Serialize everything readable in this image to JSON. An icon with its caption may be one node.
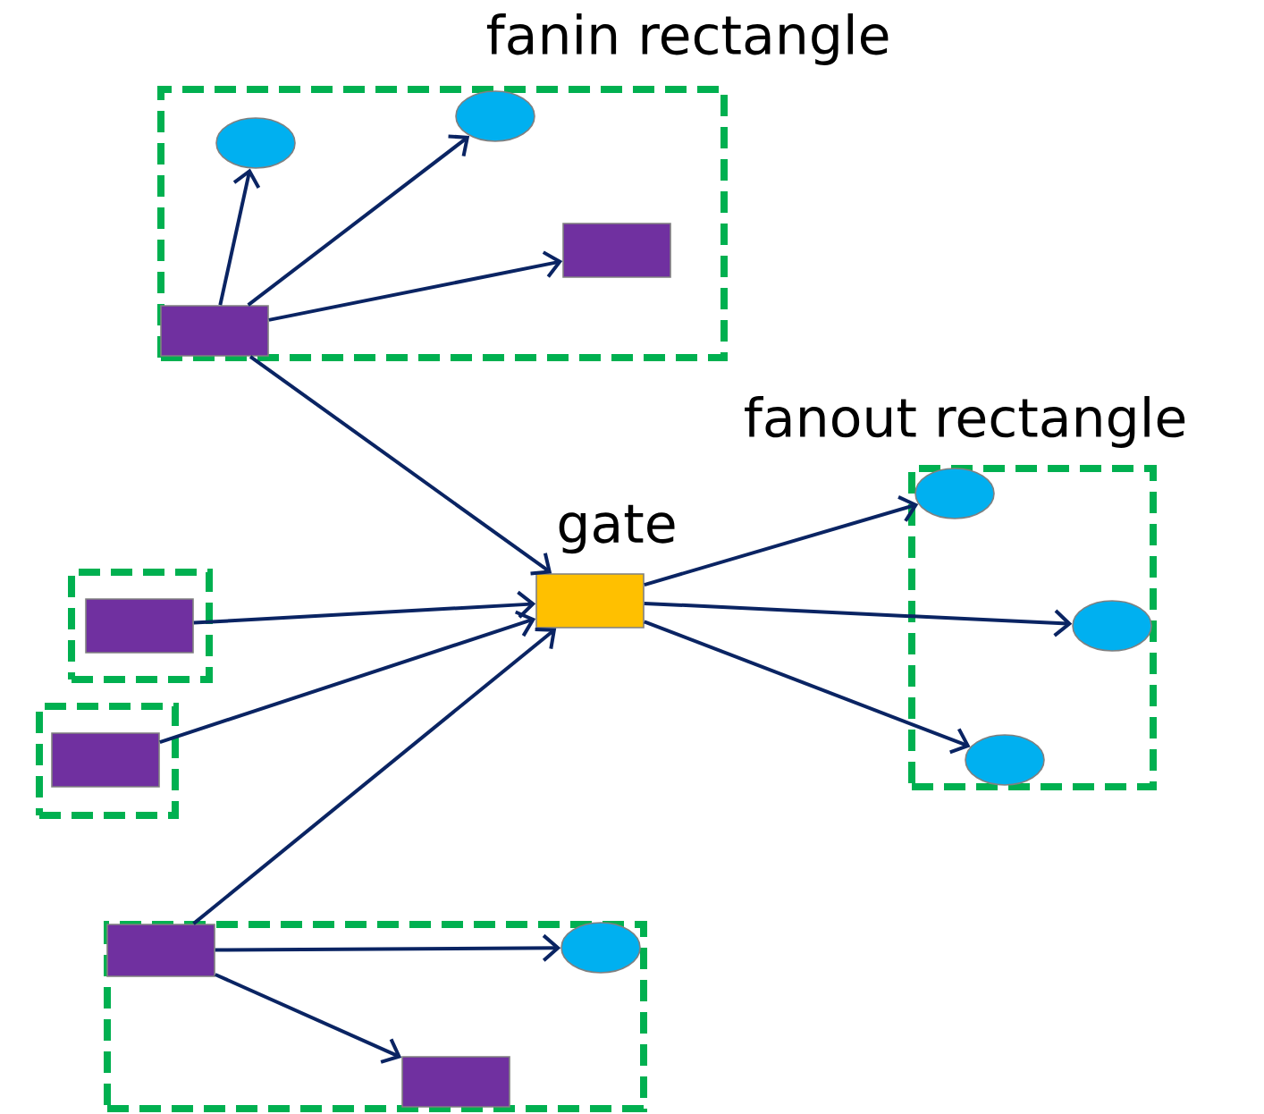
{
  "diagram": {
    "nodes": [
      {
        "text": [
          "fanin rectangle"
        ]
      },
      {
        "text": [],
        "shape": "ellipse",
        "in": 0
      },
      {
        "text": [],
        "shape": "ellipse",
        "in": 0
      },
      {
        "text": [],
        "shape": "box",
        "in": 0
      },
      {
        "text": [],
        "shape": "box",
        "in": 0
      },
      {
        "text": [
          "gate"
        ]
      },
      {
        "text": [
          "fanout rectangle"
        ]
      },
      {
        "text": [],
        "shape": "ellipse",
        "in": 6
      },
      {
        "text": [],
        "shape": "ellipse",
        "in": 6
      },
      {
        "text": [],
        "shape": "ellipse",
        "in": 6
      },
      {
        "text": [],
        "shape": "box"
      },
      {
        "text": [],
        "shape": "box",
        "in": 10
      },
      {
        "text": [],
        "shape": "box"
      },
      {
        "text": [],
        "shape": "box",
        "in": 12
      },
      {
        "text": [],
        "shape": "box"
      },
      {
        "text": [],
        "shape": "box",
        "in": 14
      },
      {
        "text": [],
        "shape": "ellipse",
        "in": 14
      },
      {
        "text": [],
        "shape": "box",
        "in": 14
      }
    ],
    "edges": [
      {
        "from": 4,
        "to": 1,
        "arrow": "to"
      },
      {
        "from": 4,
        "to": 2,
        "arrow": "to"
      },
      {
        "from": 4,
        "to": 3,
        "arrow": "to"
      },
      {
        "from": 4,
        "to": 5,
        "arrow": "to"
      },
      {
        "from": 11,
        "to": 5,
        "arrow": "to"
      },
      {
        "from": 13,
        "to": 5,
        "arrow": "to"
      },
      {
        "from": 15,
        "to": 5,
        "arrow": "to"
      },
      {
        "from": 5,
        "to": 7,
        "arrow": "to"
      },
      {
        "from": 5,
        "to": 8,
        "arrow": "to"
      },
      {
        "from": 5,
        "to": 9,
        "arrow": "to"
      },
      {
        "from": 15,
        "to": 16,
        "arrow": "to"
      },
      {
        "from": 15,
        "to": 17,
        "arrow": "to"
      }
    ]
  }
}
